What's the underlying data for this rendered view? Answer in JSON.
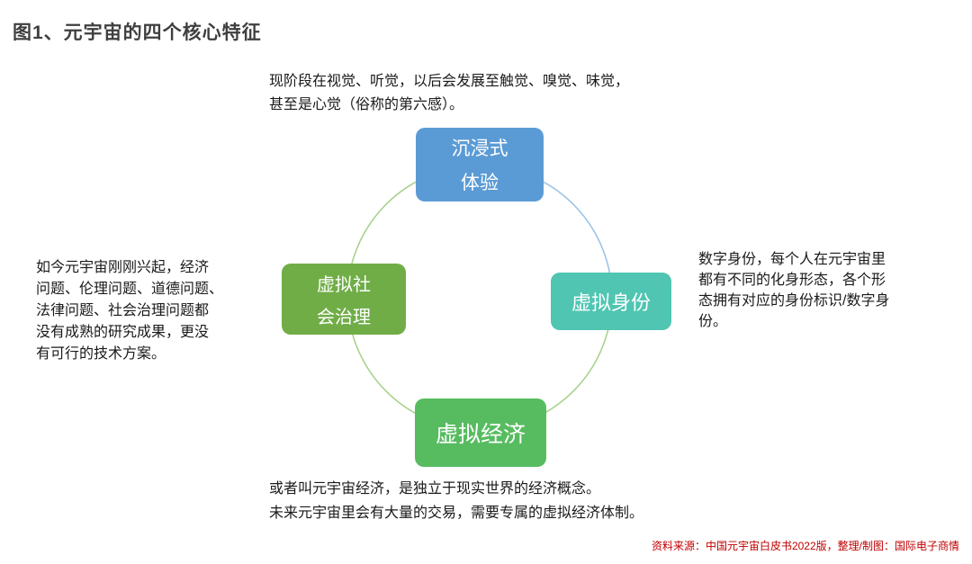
{
  "title": "图1、元宇宙的四个核心特征",
  "nodes": {
    "immersive": {
      "line1": "沉浸式",
      "line2": "体验"
    },
    "identity": {
      "label": "虚拟身份"
    },
    "economy": {
      "label": "虚拟经济"
    },
    "governance": {
      "line1": "虚拟社",
      "line2": "会治理"
    }
  },
  "annotations": {
    "immersive": "现阶段在视觉、听觉，以后会发展至触觉、嗅觉、味觉，\n甚至是心觉（俗称的第六感）。",
    "governance": "如今元宇宙刚刚兴起，经济\n问题、伦理问题、道德问题、\n法律问题、社会治理问题都\n没有成熟的研究成果，更没\n有可行的技术方案。",
    "identity": "数字身份，每个人在元宇宙里\n都有不同的化身形态，各个形\n态拥有对应的身份标识/数字身\n份。",
    "economy": "或者叫元宇宙经济，是独立于现实世界的经济概念。\n未来元宇宙里会有大量的交易，需要专属的虚拟经济体制。"
  },
  "footer": "资料来源：中国元宇宙白皮书2022版，整理/制图：国际电子商情",
  "colors": {
    "immersive_box": "#5B9BD5",
    "identity_box": "#4FC5B2",
    "economy_box": "#57BC60",
    "governance_box": "#70AD47",
    "ring_green": "#A9D18E",
    "ring_blue": "#9DC3E6",
    "footer_text": "#C00000"
  }
}
